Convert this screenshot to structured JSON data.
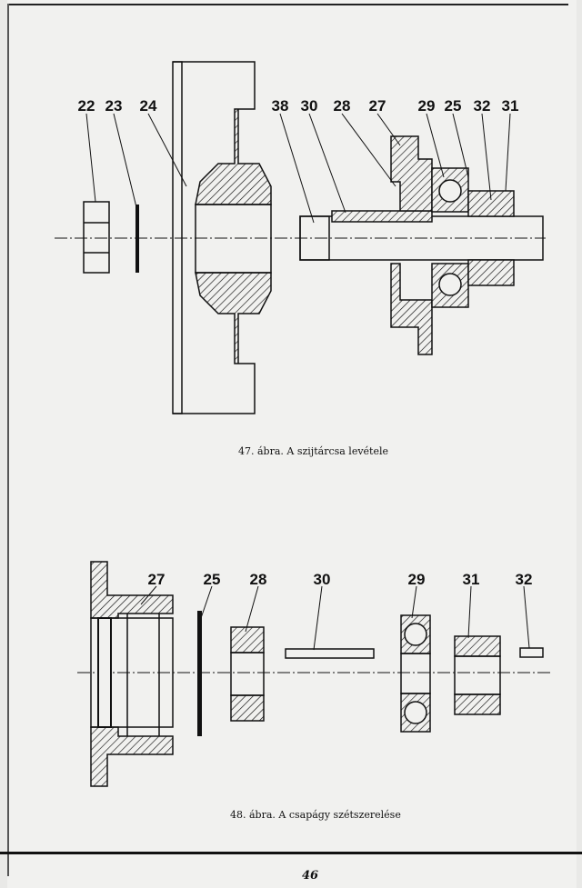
{
  "figure47": {
    "caption": "47. ábra. A szijtárcsa levétele",
    "labels": [
      "22",
      "23",
      "24",
      "38",
      "30",
      "28",
      "27",
      "29",
      "25",
      "32",
      "31"
    ]
  },
  "figure48": {
    "caption": "48. ábra. A csapágy szétszerelése",
    "labels": [
      "27",
      "25",
      "28",
      "30",
      "29",
      "31",
      "32"
    ]
  },
  "page_number": "46"
}
